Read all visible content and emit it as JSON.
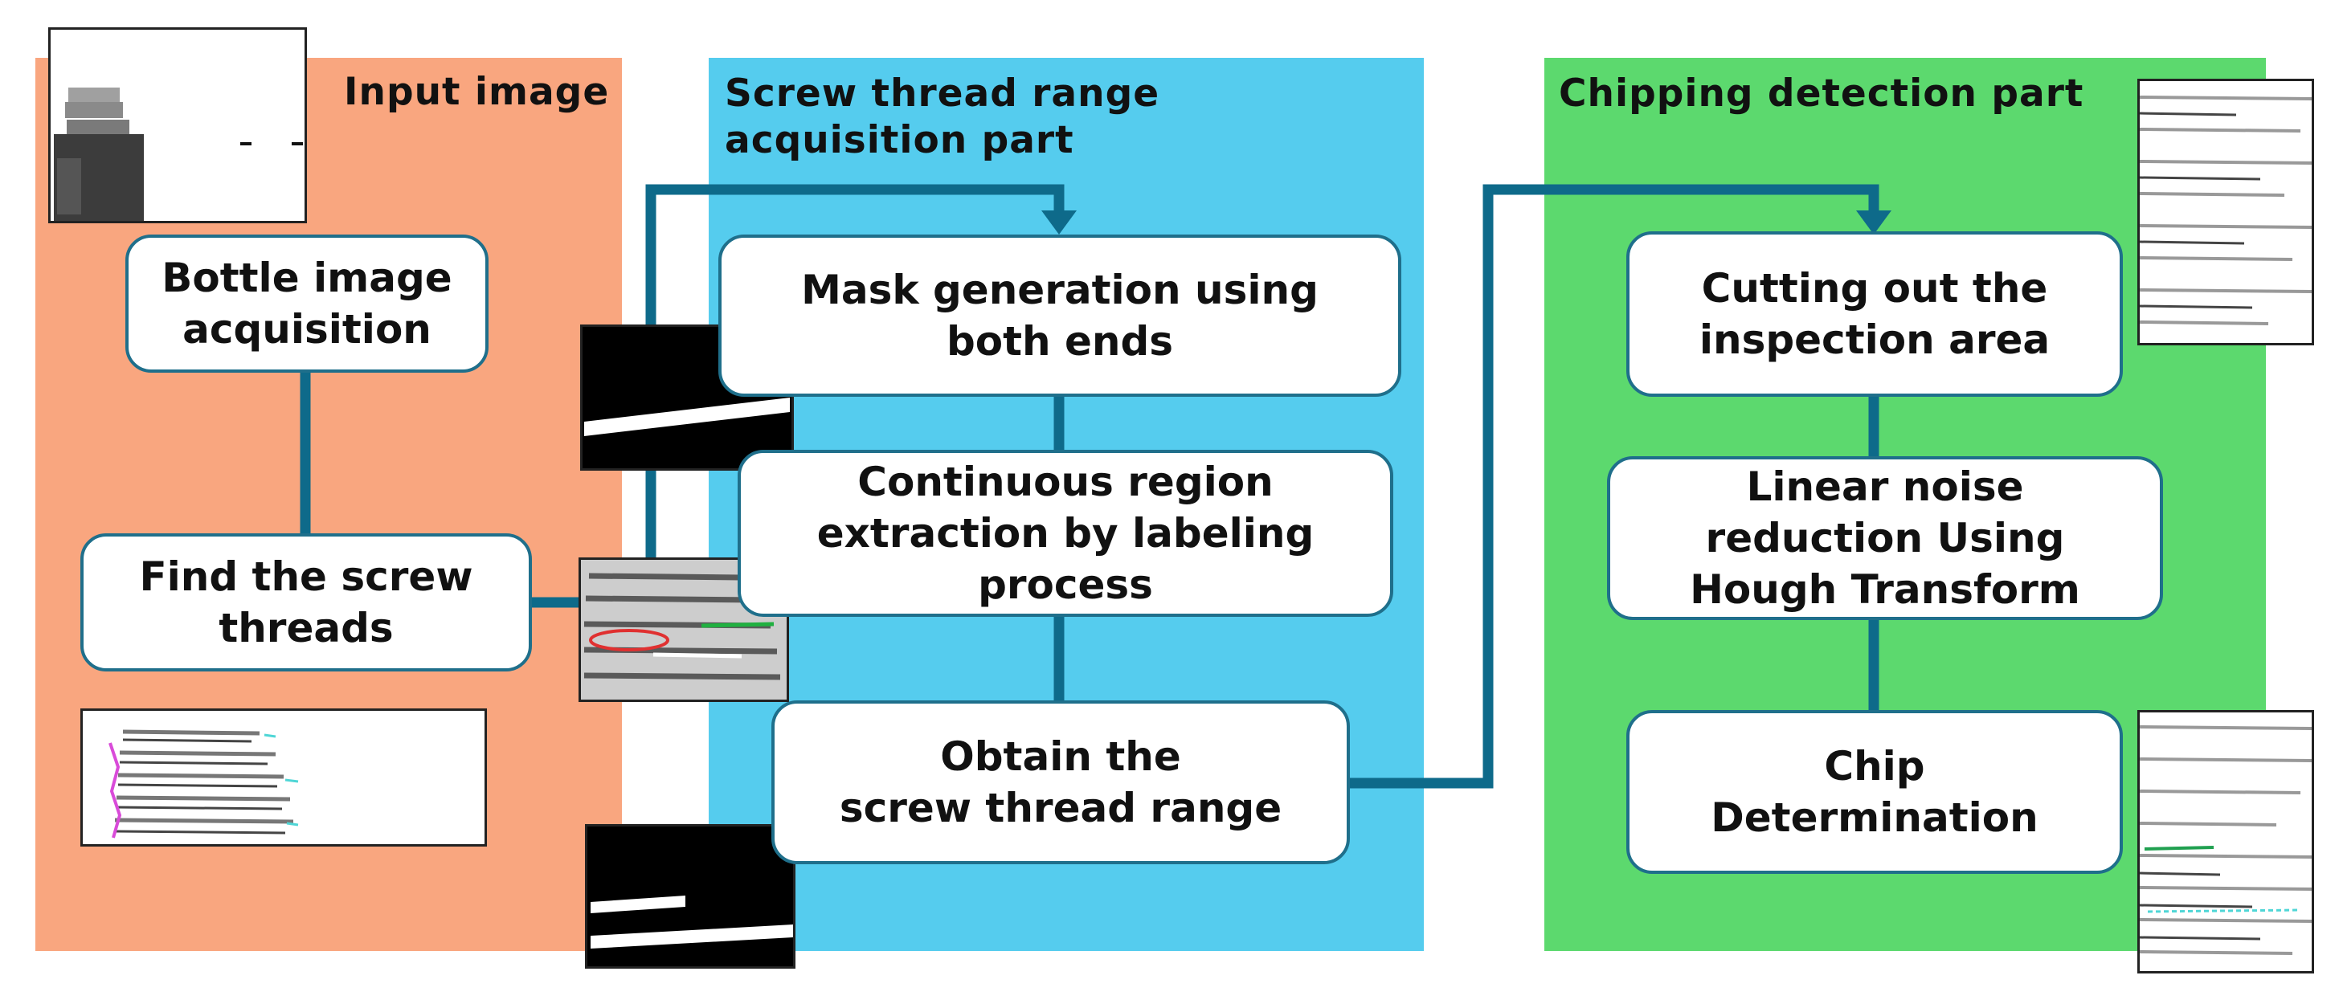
{
  "panels": {
    "input": {
      "title": "Input image",
      "color": "#f9a67f"
    },
    "screw": {
      "title": "Screw thread range\nacquisition part",
      "color": "#55ccee"
    },
    "chipping": {
      "title": "Chipping detection part",
      "color": "#5cd96e"
    }
  },
  "steps": {
    "bottle_acquisition": "Bottle image\nacquisition",
    "find_threads": "Find the screw\nthreads",
    "mask_generation": "Mask generation using\nboth ends",
    "continuous_region": "Continuous region\nextraction by labeling\nprocess",
    "obtain_range": "Obtain the\nscrew thread range",
    "cutting_out": "Cutting out the\ninspection area",
    "linear_noise": "Linear noise\nreduction Using\nHough Transform",
    "chip_determination": "Chip\nDetermination"
  },
  "colors": {
    "connector": "#0e6a8a",
    "box_border": "#1f6f8b"
  },
  "thumbnails": [
    "bottle-photo",
    "thread-edge-detection",
    "binary-mask-single-line",
    "labeled-thread-overlay",
    "binary-mask-two-lines",
    "inspection-area-crop",
    "chip-detection-result"
  ]
}
